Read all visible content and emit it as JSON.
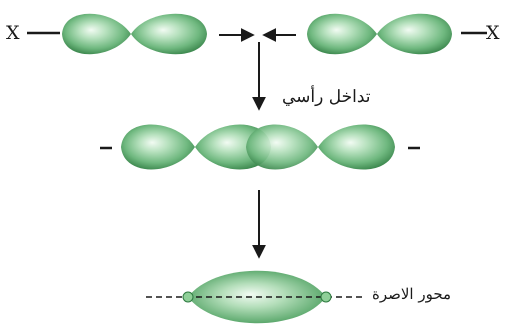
{
  "atoms": {
    "left": "X",
    "right": "X"
  },
  "labels": {
    "overlap": "تداخل رأسي",
    "bond_axis": "محور الاصرة"
  },
  "colors": {
    "lobe_highlight": "#f2fbf3",
    "lobe_mid": "#7dc38c",
    "lobe_edge": "#2e7a40",
    "line": "#1a1a1a"
  }
}
